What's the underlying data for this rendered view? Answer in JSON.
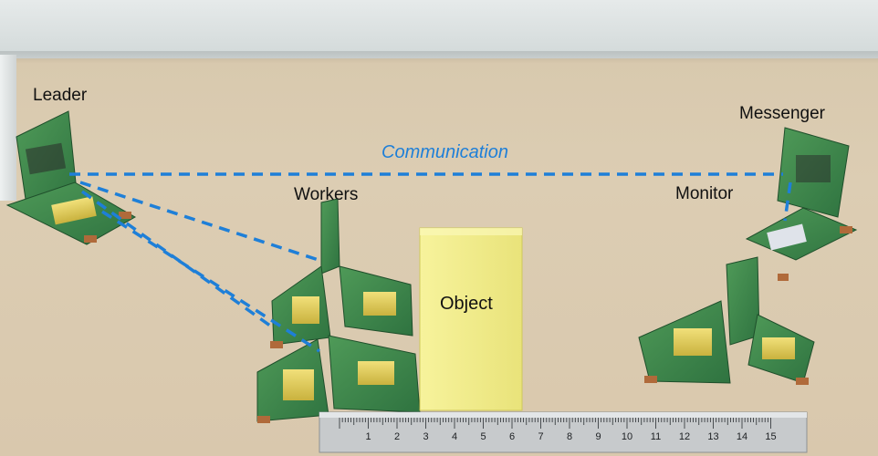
{
  "labels": {
    "leader": "Leader",
    "messenger": "Messenger",
    "communication": "Communication",
    "workers": "Workers",
    "monitor": "Monitor",
    "object": "Object"
  },
  "ruler": {
    "numbers": [
      "1",
      "2",
      "3",
      "4",
      "5",
      "6",
      "7",
      "8",
      "9",
      "10",
      "11",
      "12",
      "13",
      "14",
      "15"
    ]
  },
  "colors": {
    "communication_line": "#1e7fd8",
    "object": "#f2ef8e",
    "board": "#3c8a4a"
  }
}
